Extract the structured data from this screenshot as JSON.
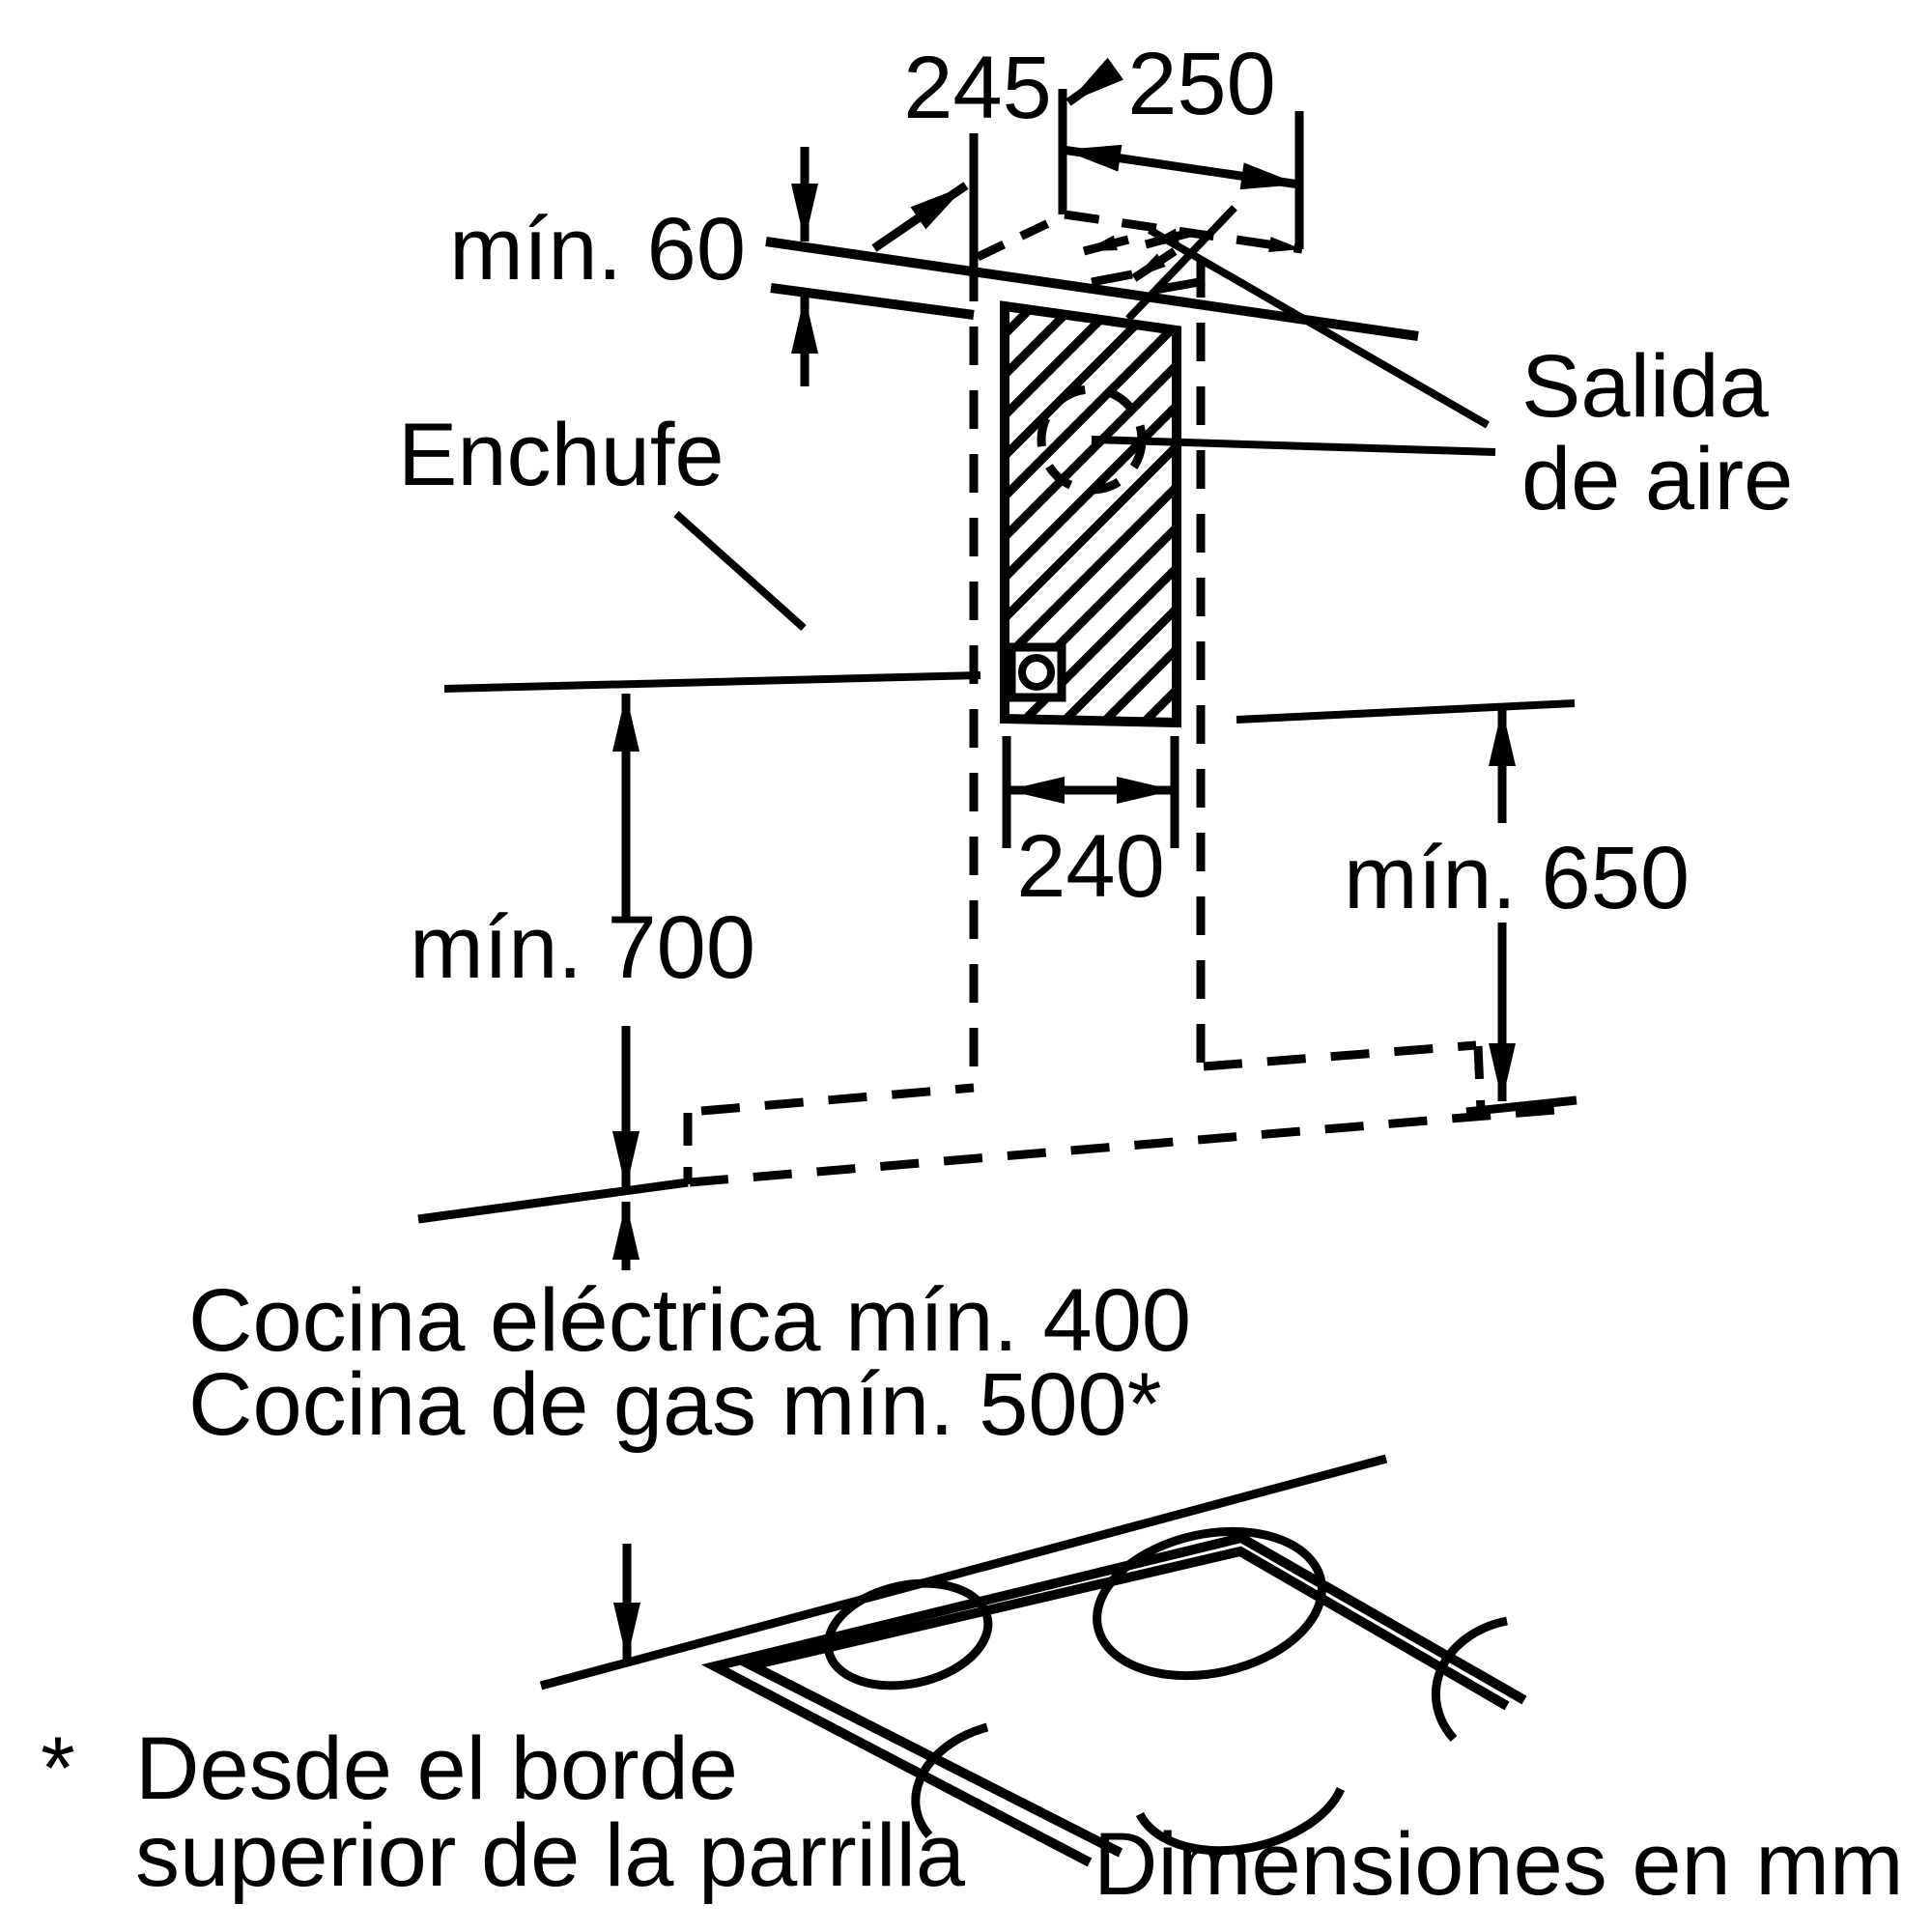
{
  "diagram": {
    "kind": "appliance-installation-dimension-drawing",
    "units_note": "Dimensiones en mm",
    "colors": {
      "line": "#000000",
      "background": "#ffffff"
    },
    "dimensions": {
      "duct_depth": "245",
      "outlet_width": "250",
      "ceiling_clearance": "mín. 60",
      "chimney_width": "240",
      "min_height_left": "mín. 700",
      "min_height_right": "mín. 650",
      "electric_hob_clearance": "Cocina eléctrica mín. 400",
      "gas_hob_clearance": "Cocina de gas mín. 500*"
    },
    "labels": {
      "dim_245": "245",
      "dim_250": "250",
      "min_60": "mín. 60",
      "enchufe": "Enchufe",
      "salida_line1": "Salida",
      "salida_line2": "de aire",
      "dim_240": "240",
      "min_700": "mín. 700",
      "min_650": "mín. 650",
      "cocina_electrica": "Cocina eléctrica mín. 400",
      "cocina_gas": "Cocina de gas mín. 500*",
      "footnote_marker": "*",
      "footnote_line1": "Desde el borde",
      "footnote_line2": "superior de la parrilla",
      "units": "Dimensiones en mm"
    }
  }
}
